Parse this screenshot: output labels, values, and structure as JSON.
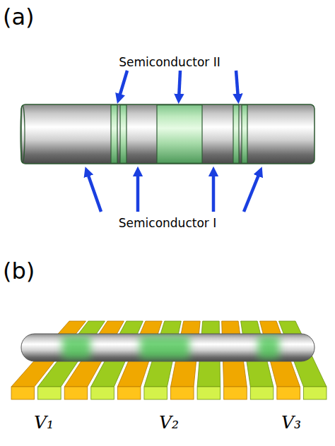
{
  "diagram": {
    "labels": [
      "(a)",
      "Semiconductor II",
      "Semiconductor I",
      "(b)",
      "V₁",
      "V₂",
      "V₃"
    ]
  }
}
